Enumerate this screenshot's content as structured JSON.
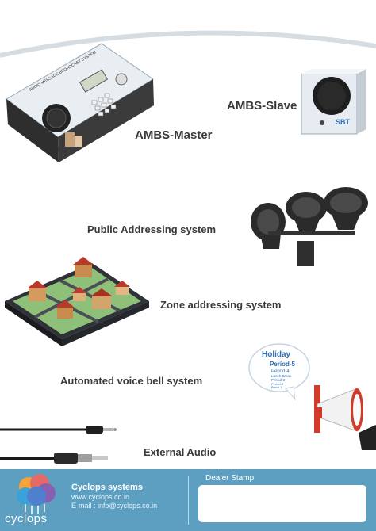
{
  "products": {
    "master": "AMBS-Master",
    "slave": "AMBS-Slave",
    "public_addressing": "Public Addressing system",
    "zone_addressing": "Zone addressing system",
    "voice_bell": "Automated voice bell system",
    "external_audio": "External Audio"
  },
  "bell_bubble": {
    "title": "Holiday",
    "line1": "Period-5",
    "line2": "Period-4",
    "line3": "Lunch Break",
    "line4": "Period-3",
    "line5": "Period-2",
    "line6": "Period-1"
  },
  "device_labels": {
    "master_side": "AUDIO MESSAGE BROADCAST SYSTEM",
    "slave_brand": "SBT"
  },
  "footer": {
    "company": "Cyclops systems",
    "website": "www.cyclops.co.in",
    "email": "E-mail : info@cyclops.co.in",
    "dealer_stamp": "Dealer Stamp",
    "brand": "cyclops"
  },
  "colors": {
    "footer_bg": "#5d9fc1",
    "accent_red": "#d23b2a",
    "bubble_blue": "#2e6fb5"
  }
}
